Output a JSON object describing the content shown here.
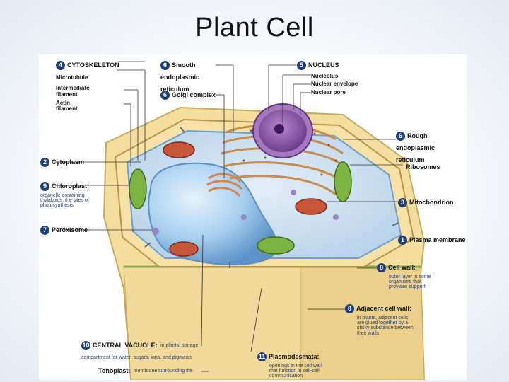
{
  "title": "Plant Cell",
  "labels": {
    "cytoskeleton": {
      "num": "4",
      "name": "CYTOSKELETON",
      "subs": [
        "Microtubule",
        "Intermediate filament",
        "Actin filament"
      ]
    },
    "smooth_er": {
      "num": "6",
      "name": "Smooth endoplasmic reticulum"
    },
    "golgi": {
      "num": "6",
      "name": "Golgi complex"
    },
    "nucleus": {
      "num": "5",
      "name": "NUCLEUS",
      "subs": [
        "Nucleolus",
        "Nuclear envelope",
        "Nuclear pore"
      ]
    },
    "rough_er": {
      "num": "6",
      "name": "Rough endoplasmic reticulum"
    },
    "ribosomes": {
      "name": "Ribosomes"
    },
    "cytoplasm": {
      "num": "2",
      "name": "Cytoplasm"
    },
    "chloroplast": {
      "num": "9",
      "name": "Chloroplast:",
      "desc": "organelle containing thylakoids, the sites of photosynthesis"
    },
    "mitochondrion": {
      "num": "3",
      "name": "Mitochondrion"
    },
    "peroxisome": {
      "num": "7",
      "name": "Peroxisome"
    },
    "plasma_membrane": {
      "num": "1",
      "name": "Plasma membrane"
    },
    "cell_wall": {
      "num": "8",
      "name": "Cell wall:",
      "desc": "outer layer in some organisms that provides support"
    },
    "adjacent_cell_wall": {
      "num": "8",
      "name": "Adjacent cell wall:",
      "desc": "in plants, adjacent cells are glued together by a sticky substance between their walls"
    },
    "central_vacuole": {
      "num": "10",
      "name": "CENTRAL VACUOLE:",
      "desc": "in plants, storage compartment for water, sugars, ions, and pigments"
    },
    "tonoplast": {
      "name": "Tonoplast:",
      "desc": "membrane surrounding the central vacuole"
    },
    "plasmodesmata": {
      "num": "11",
      "name": "Plasmodesmata:",
      "desc": "openings in the cell wall that function in cell-cell communication"
    }
  },
  "colors": {
    "badge": "#1f3f7a",
    "cell_wall": "#f1d890",
    "cytoplasm": "#cfe3f4",
    "vacuole": "#9ec9ec",
    "nucleus": "#8b5aa8",
    "chloroplast": "#7cb342",
    "mitochondrion": "#c8573a"
  }
}
